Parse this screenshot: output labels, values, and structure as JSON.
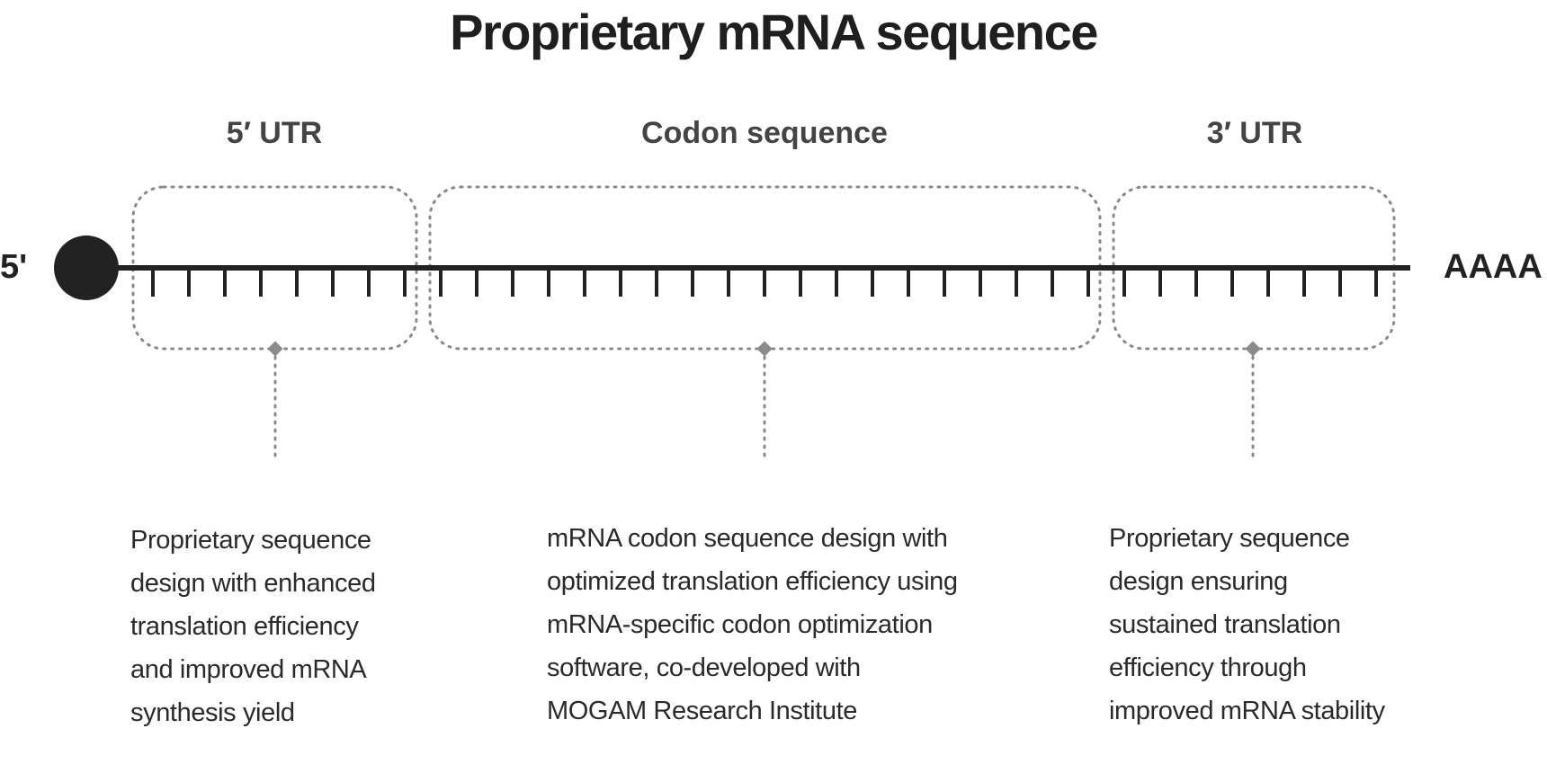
{
  "title": "Proprietary mRNA sequence",
  "ends": {
    "five_prime": "5'",
    "poly_a": "AAAA"
  },
  "regions": [
    {
      "label": "5′ UTR",
      "description": [
        "Proprietary sequence",
        "design with enhanced",
        "translation efficiency",
        "and improved mRNA",
        "synthesis yield"
      ]
    },
    {
      "label": "Codon sequence",
      "description": [
        "mRNA codon sequence design with",
        "optimized translation efficiency using",
        "mRNA-specific codon optimization",
        "software, co-developed with",
        "MOGAM Research Institute"
      ]
    },
    {
      "label": "3′ UTR",
      "description": [
        "Proprietary sequence",
        "design ensuring",
        "sustained translation",
        "efficiency through",
        "improved mRNA stability"
      ]
    }
  ],
  "colors": {
    "strand": "#222222",
    "box_outline": "#8a8a8a",
    "text": "#2a2a2a"
  }
}
